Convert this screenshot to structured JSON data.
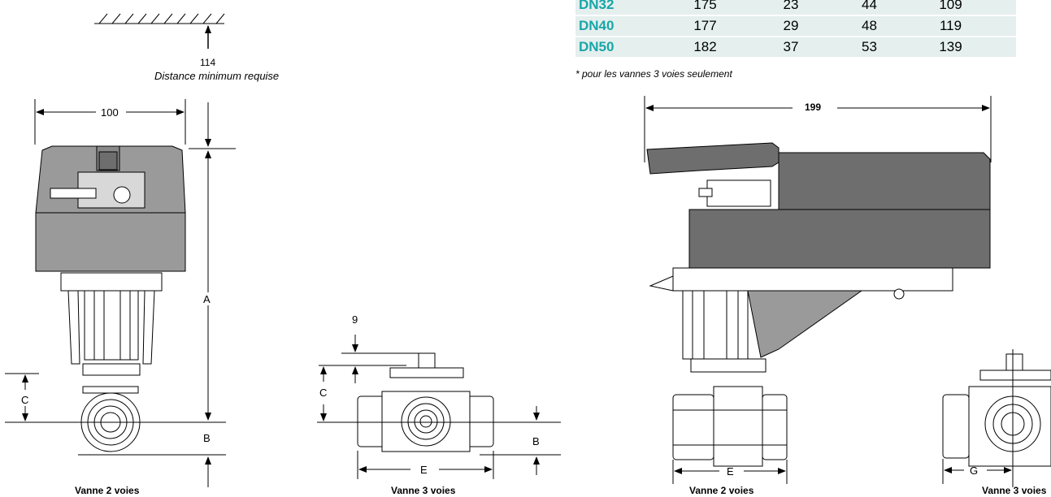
{
  "table": {
    "rows": [
      {
        "label": "DN32",
        "values": [
          "175",
          "23",
          "44",
          "109",
          ""
        ]
      },
      {
        "label": "DN40",
        "values": [
          "177",
          "29",
          "48",
          "119",
          ""
        ]
      },
      {
        "label": "DN50",
        "values": [
          "182",
          "37",
          "53",
          "139",
          ""
        ]
      }
    ],
    "footnote": "* pour les vannes 3 voies seulement"
  },
  "clearance": {
    "value": "114",
    "label": "Distance minimum requise"
  },
  "dims": {
    "width_left": "100",
    "width_right": "199",
    "A": "A",
    "B": "B",
    "C": "C",
    "E": "E",
    "G": "G",
    "nine": "9"
  },
  "captions": {
    "left_2way": "Vanne 2 voies",
    "mid_3way": "Vanne 3 voies",
    "right_2way": "Vanne 2 voies",
    "right_3way": "Vanne 3 voies"
  },
  "colors": {
    "table_fill": "#e4efee",
    "table_header_text": "#1aa6a8",
    "actuator_grey": "#9a9a9a",
    "actuator_dark": "#6e6e6e"
  }
}
